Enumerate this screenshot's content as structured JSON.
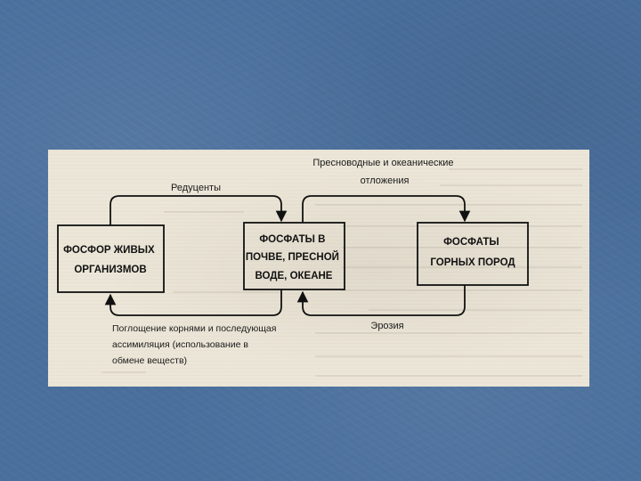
{
  "diagram": {
    "boxes": {
      "organisms": [
        "ФОСФОР ЖИВЫХ",
        "ОРГАНИЗМОВ"
      ],
      "phosphates_soil": [
        "ФОСФАТЫ В",
        "ПОЧВЕ, ПРЕСНОЙ",
        "ВОДЕ, ОКЕАНЕ"
      ],
      "rocks": [
        "ФОСФАТЫ",
        "ГОРНЫХ ПОРОД"
      ]
    },
    "edges": {
      "reducers": "Редуценты",
      "sediments": [
        "Пресноводные и океанические",
        "отложения"
      ],
      "absorption": [
        "Поглощение корнями и последующая",
        "ассимиляция (использование в",
        "обмене веществ)"
      ],
      "erosion": "Эрозия"
    }
  }
}
